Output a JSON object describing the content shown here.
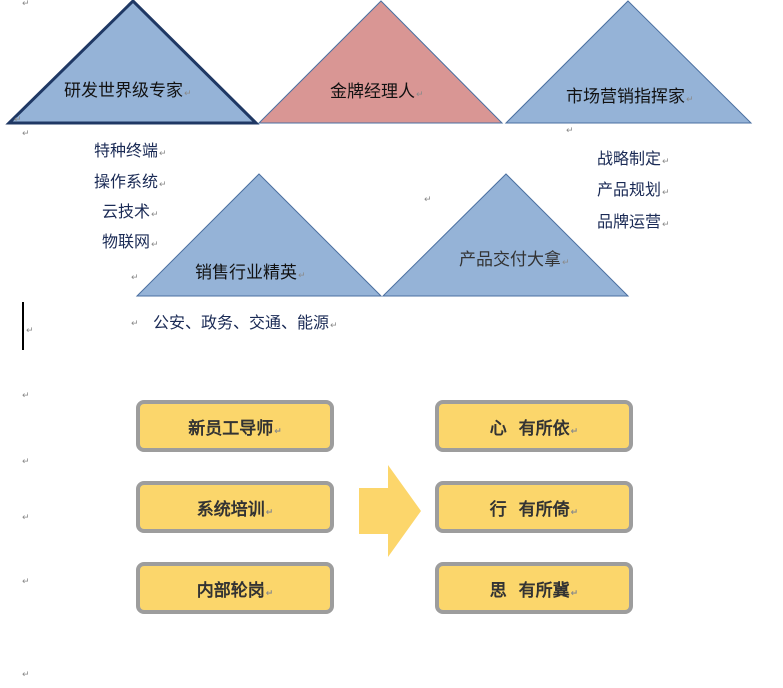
{
  "para_mark": "↵",
  "triangles": {
    "rd": "研发世界级专家",
    "gm": "金牌经理人",
    "mk": "市场营销指挥家",
    "sales": "销售行业精英",
    "product": "产品交付大拿"
  },
  "lists": {
    "rd": [
      "特种终端",
      "操作系统",
      "云技术",
      "物联网"
    ],
    "mk": [
      "战略制定",
      "产品规划",
      "品牌运营"
    ],
    "sales": "公安、政务、交通、能源"
  },
  "left_boxes": [
    "新员工导师",
    "系统培训",
    "内部轮岗"
  ],
  "right_boxes": [
    "心  有所依",
    "行  有所倚",
    "思  有所冀"
  ],
  "colors": {
    "triangle_blue": "#95b3d7",
    "triangle_red": "#d99694",
    "box_fill": "#fbd66b",
    "box_border": "#9d9d9d",
    "arrow": "#fcd66b"
  }
}
